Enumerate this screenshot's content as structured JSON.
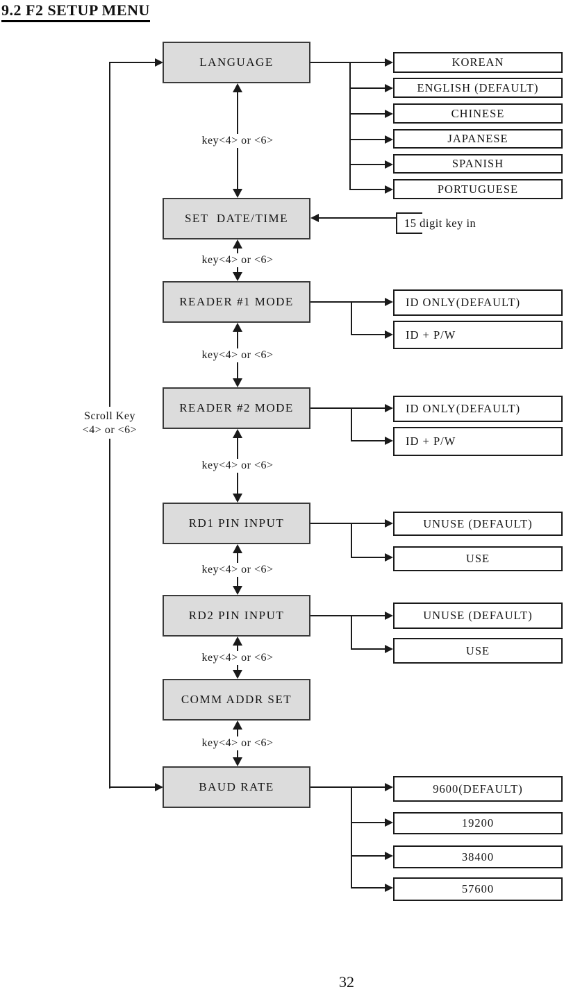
{
  "page": {
    "title": "9.2 F2 SETUP MENU",
    "page_number": "32"
  },
  "labels": {
    "step_key": "key<4> or <6>",
    "scroll_key_line1": "Scroll Key",
    "scroll_key_line2": "<4> or <6>",
    "date_keyin_note": "15 digit key in"
  },
  "menu": [
    {
      "label": "LANGUAGE",
      "options": [
        "KOREAN",
        "ENGLISH (DEFAULT)",
        "CHINESE",
        "JAPANESE",
        "SPANISH",
        "PORTUGUESE"
      ]
    },
    {
      "label": "SET  DATE/TIME",
      "options": []
    },
    {
      "label": "READER #1 MODE",
      "options": [
        "ID ONLY(DEFAULT)",
        "ID + P/W"
      ]
    },
    {
      "label": "READER #2 MODE",
      "options": [
        "ID ONLY(DEFAULT)",
        "ID + P/W"
      ]
    },
    {
      "label": "RD1 PIN INPUT",
      "options": [
        "UNUSE (DEFAULT)",
        "USE"
      ]
    },
    {
      "label": "RD2 PIN INPUT",
      "options": [
        "UNUSE (DEFAULT)",
        "USE"
      ]
    },
    {
      "label": "COMM ADDR SET",
      "options": []
    },
    {
      "label": "BAUD RATE",
      "options": [
        "9600(DEFAULT)",
        "19200",
        "38400",
        "57600"
      ]
    }
  ],
  "colors": {
    "box_fill": "#dcdcdc",
    "line": "#1a1a1a"
  }
}
